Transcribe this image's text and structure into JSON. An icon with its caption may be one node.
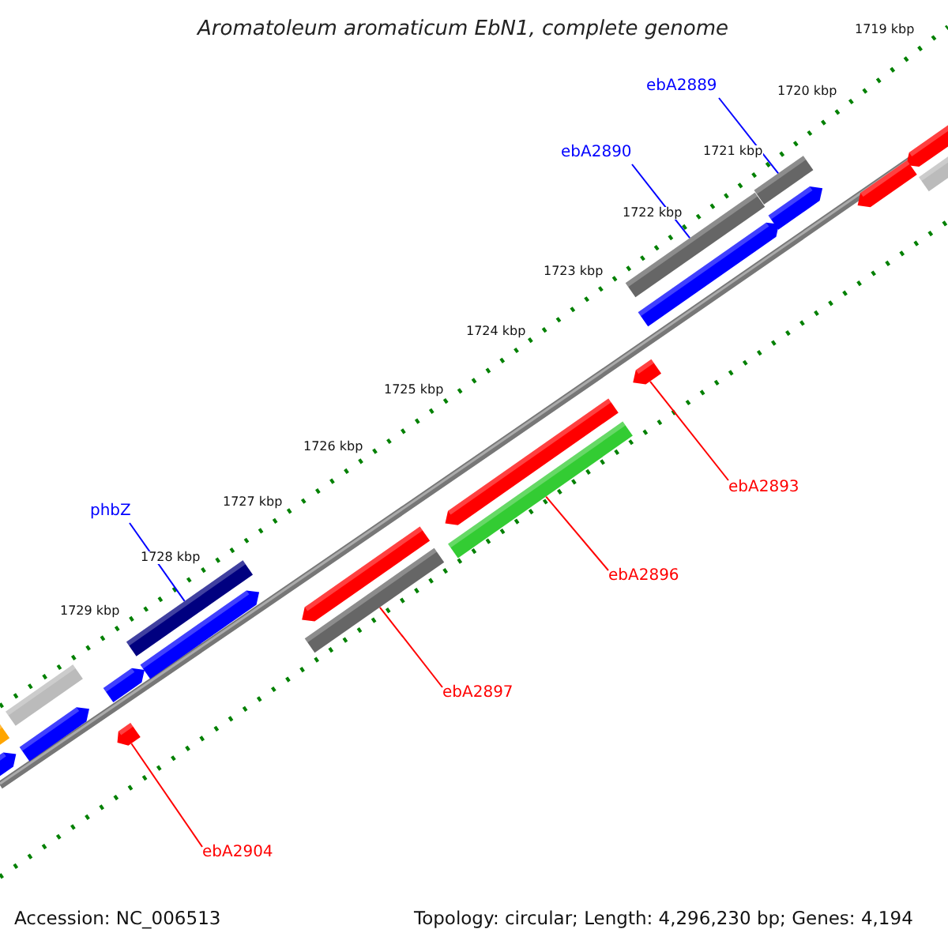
{
  "diagram": {
    "title": "Aromatoleum aromaticum EbN1, complete genome",
    "nodes": [
      {
        "text": [
          "ebA2889"
        ]
      },
      {
        "text": [
          "ebA2890"
        ]
      },
      {
        "text": [
          "ebA2893"
        ]
      },
      {
        "text": [
          "phbZ"
        ]
      },
      {
        "text": [
          "ebA2896"
        ]
      },
      {
        "text": [
          "ebA2897"
        ]
      },
      {
        "text": [
          "ebA2904"
        ]
      },
      {
        "text": [],
        "shape": "bar"
      },
      {
        "text": [],
        "shape": "bar"
      },
      {
        "text": [],
        "shape": "bar"
      },
      {
        "text": [],
        "shape": "bar"
      },
      {
        "text": [],
        "shape": "bar"
      },
      {
        "text": [],
        "shape": "bar"
      },
      {
        "text": [],
        "shape": "bar"
      }
    ],
    "edges": [
      {
        "from": 0,
        "to": 13,
        "arrow": "none",
        "color": "#0000ff"
      },
      {
        "from": 1,
        "to": 12,
        "arrow": "none",
        "color": "#0000ff"
      },
      {
        "from": 2,
        "to": 11,
        "arrow": "none",
        "color": "#ff0000"
      },
      {
        "from": 3,
        "to": 8,
        "arrow": "none",
        "color": "#0000ff"
      },
      {
        "from": 4,
        "to": 10,
        "arrow": "none",
        "color": "#ff0000"
      },
      {
        "from": 5,
        "to": 9,
        "arrow": "none",
        "color": "#ff0000"
      },
      {
        "from": 6,
        "to": 7,
        "arrow": "none",
        "color": "#ff0000"
      }
    ],
    "labels": [
      "1719 kbp",
      "1720 kbp",
      "1721 kbp",
      "1722 kbp",
      "1723 kbp",
      "1724 kbp",
      "1725 kbp",
      "1726 kbp",
      "1727 kbp",
      "1728 kbp",
      "1729 kbp",
      "Accession: NC_006513",
      "Topology: circular; Length: 4,296,230 bp; Genes: 4,194"
    ]
  }
}
